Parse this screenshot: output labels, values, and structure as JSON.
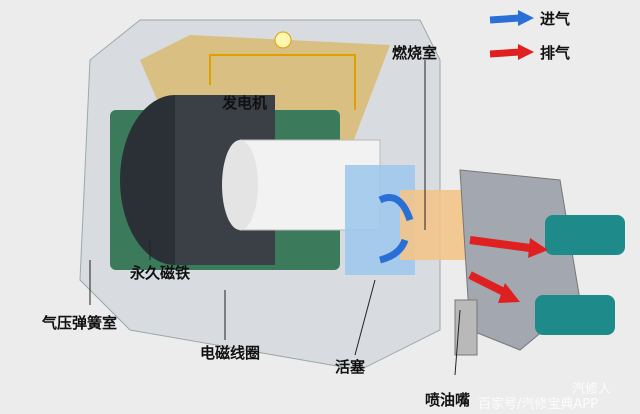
{
  "legend": {
    "intake_label": "进气",
    "exhaust_label": "排气",
    "intake_color": "#2a6fd6",
    "exhaust_color": "#e02020"
  },
  "labels": {
    "generator": "发电机",
    "combustion_chamber": "燃烧室",
    "permanent_magnet": "永久磁铁",
    "air_spring_chamber": "气压弹簧室",
    "coil": "电磁线圈",
    "piston": "活塞",
    "injector": "喷油嘴"
  },
  "watermark": {
    "author": "汽修人",
    "source": "百家号/汽修宝典APP"
  }
}
